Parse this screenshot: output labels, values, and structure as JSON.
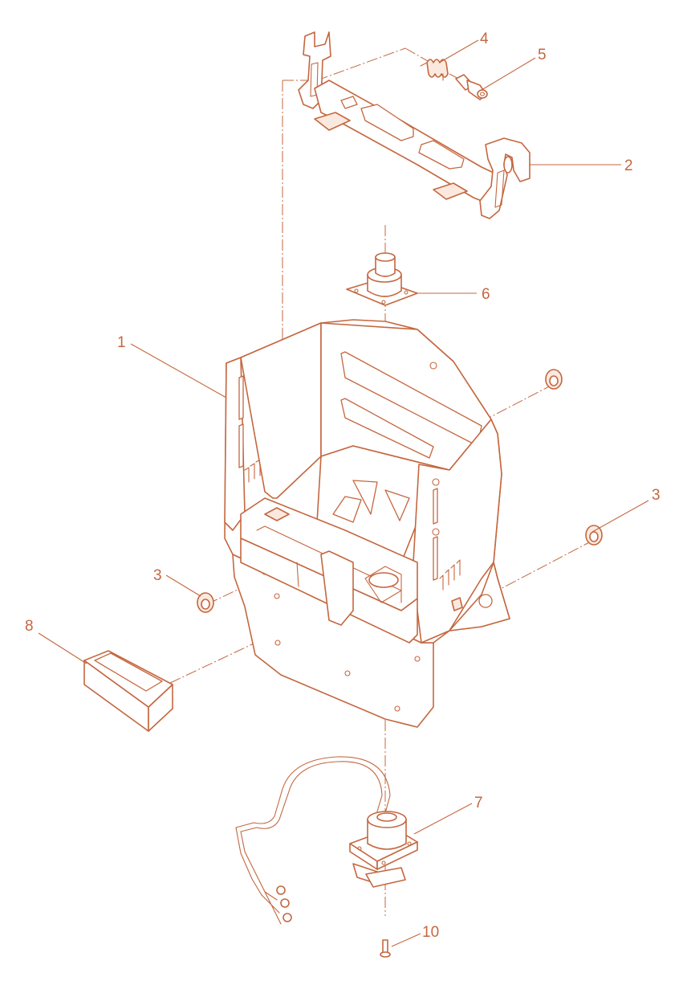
{
  "colors": {
    "line": "#c4673f",
    "paper": "#ffffff",
    "watermark": "#f3ded3"
  },
  "callouts": [
    {
      "id": "c1",
      "label": "1"
    },
    {
      "id": "c2",
      "label": "2"
    },
    {
      "id": "c3a",
      "label": "3"
    },
    {
      "id": "c3b",
      "label": "3"
    },
    {
      "id": "c4",
      "label": "4"
    },
    {
      "id": "c5",
      "label": "5"
    },
    {
      "id": "c6",
      "label": "6"
    },
    {
      "id": "c7",
      "label": "7"
    },
    {
      "id": "c8",
      "label": "8"
    },
    {
      "id": "c10",
      "label": "10"
    }
  ]
}
